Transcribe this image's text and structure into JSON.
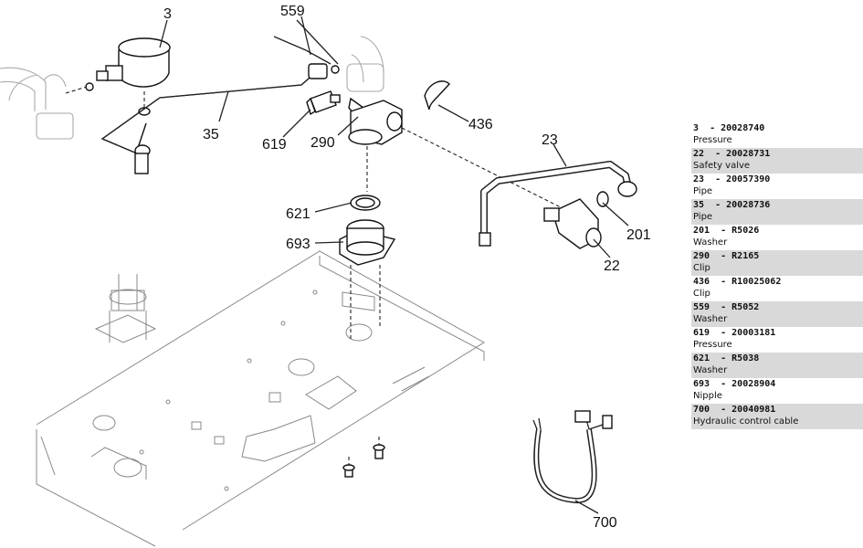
{
  "callouts": {
    "c3": "3",
    "c559": "559",
    "c35": "35",
    "c619": "619",
    "c290": "290",
    "c436": "436",
    "c23": "23",
    "c621": "621",
    "c693": "693",
    "c201": "201",
    "c22": "22",
    "c700": "700"
  },
  "parts": [
    {
      "ref": "3",
      "sep": "  - ",
      "code": "20028740",
      "desc": "Pressure"
    },
    {
      "ref": "22",
      "sep": "  - ",
      "code": "20028731",
      "desc": "Safety valve"
    },
    {
      "ref": "23",
      "sep": "  - ",
      "code": "20057390",
      "desc": "Pipe"
    },
    {
      "ref": "35",
      "sep": "  - ",
      "code": "20028736",
      "desc": "Pipe"
    },
    {
      "ref": "201",
      "sep": "  - ",
      "code": "R5026",
      "desc": "Washer"
    },
    {
      "ref": "290",
      "sep": "  - ",
      "code": "R2165",
      "desc": "Clip"
    },
    {
      "ref": "436",
      "sep": "  - ",
      "code": "R10025062",
      "desc": "Clip"
    },
    {
      "ref": "559",
      "sep": "  - ",
      "code": "R5052",
      "desc": "Washer"
    },
    {
      "ref": "619",
      "sep": "  - ",
      "code": "20003181",
      "desc": "Pressure"
    },
    {
      "ref": "621",
      "sep": "  - ",
      "code": "R5038",
      "desc": "Washer"
    },
    {
      "ref": "693",
      "sep": "  - ",
      "code": "20028904",
      "desc": "Nipple"
    },
    {
      "ref": "700",
      "sep": "  - ",
      "code": "20040981",
      "desc": "Hydraulic control cable"
    }
  ]
}
